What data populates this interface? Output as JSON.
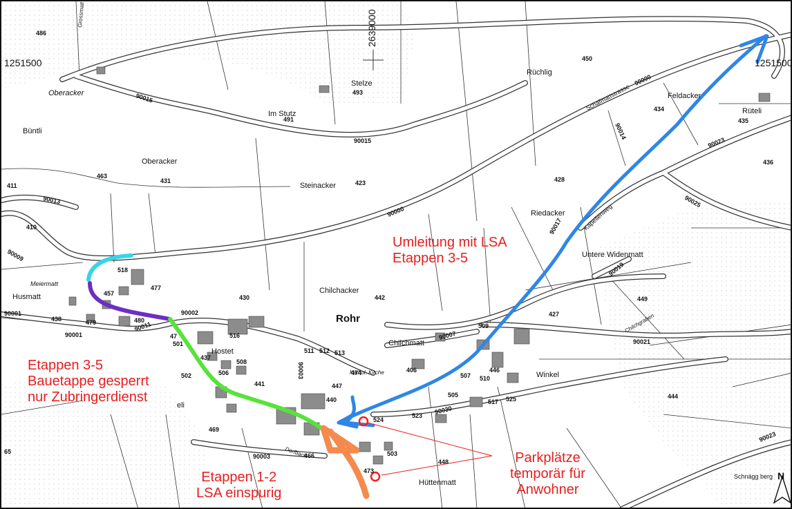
{
  "colors": {
    "stage_1_2": "#f58a4e",
    "route_blue": "#2f86e6",
    "segment_cyan": "#36d4e8",
    "segment_purple": "#6b2fc4",
    "segment_green": "#57e33a",
    "annotation_red": "#e81e1e",
    "parking_marker": "#ff1a1a"
  },
  "annotations": {
    "detour": {
      "line1": "Umleitung mit LSA",
      "line2": "Etappen 3-5"
    },
    "closed": {
      "line1": "Etappen 3-5",
      "line2": "Bauetappe gesperrt",
      "line3": "nur Zubringerdienst"
    },
    "stages12": {
      "line1": "Etappen 1-2",
      "line2": "LSA einspurig"
    },
    "parking": {
      "line1": "Parkplätze",
      "line2": "temporär für",
      "line3": "Anwohner"
    }
  },
  "places": {
    "rohr": "Rohr",
    "oberacker_field": "Oberacker",
    "oberacker_italic": "Oberacker",
    "buentli": "Büntli",
    "im_stutz": "Im Stutz",
    "stelze": "Stelze",
    "ruechlig": "Rüchlig",
    "feldacker": "Feldacker",
    "rueteli": "Rüteli",
    "steinacker": "Steinacker",
    "riedacker": "Riedacker",
    "untere_widenmatt": "Untere Widenmatt",
    "chilchacker": "Chilchacker",
    "husmatt": "Husmatt",
    "hostet": "Hostet",
    "chilchmatt": "Chilchmatt",
    "winkel": "Winkel",
    "huettenmatt": "Hüttenmatt",
    "schnaegg": "Schnägg",
    "eli": "eli",
    "kapellenweg": "Kapellenweg",
    "schafmattstrasse": "Schafmattstrasse",
    "meiermatt": "Meiermatt",
    "dorfbach": "Dorfbach",
    "chilchgraben": "Chilchgraben",
    "uberg": "berg",
    "grossmatt": "Grossmatt",
    "kapellweg_small": "Kathol. Kirche"
  },
  "grid": {
    "y_left": "1251500",
    "y_right": "1251500",
    "x_top": "2639000"
  },
  "north": "N",
  "parcels": {
    "p486": "486",
    "p450": "450",
    "p493": "493",
    "p491": "491",
    "p434": "434",
    "p435": "435",
    "p436": "436",
    "p431": "431",
    "p423": "423",
    "p428": "428",
    "p411": "411",
    "p410": "410",
    "p463": "463",
    "p518": "518",
    "p477": "477",
    "p457": "457",
    "p430": "430",
    "p442": "442",
    "p449": "449",
    "p427": "427",
    "p509": "509",
    "p438": "438",
    "p479": "479",
    "p480": "480",
    "p516": "516",
    "p437": "437",
    "p508": "508",
    "p506": "506",
    "p502": "502",
    "p441": "441",
    "p511": "511",
    "p512": "512",
    "p513": "513",
    "p474": "474",
    "p406": "406",
    "p507": "507",
    "p510": "510",
    "p446": "446",
    "p447": "447",
    "p440": "440",
    "p505": "505",
    "p517": "517",
    "p525": "525",
    "p444": "444",
    "p524": "524",
    "p523": "523",
    "p469": "469",
    "p466": "466",
    "p503": "503",
    "p448": "448",
    "p65": "65",
    "p473": "473",
    "p47": "47",
    "p501": "501"
  },
  "roads": {
    "r90000a": "90000",
    "r90000b": "90000",
    "r90015a": "90015",
    "r90015b": "90015",
    "r90014": "90014",
    "r90023a": "90023",
    "r90023b": "90023",
    "r90013": "90013",
    "r90009": "90009",
    "r90001a": "90001",
    "r90001b": "90001",
    "r90002": "90002",
    "r90007": "90007",
    "r90019": "90019",
    "r90021": "90021",
    "r90030": "90030",
    "r90003a": "90003",
    "r90003b": "90003",
    "r90025": "90025",
    "r90011": "90011",
    "r90017": "90017"
  }
}
